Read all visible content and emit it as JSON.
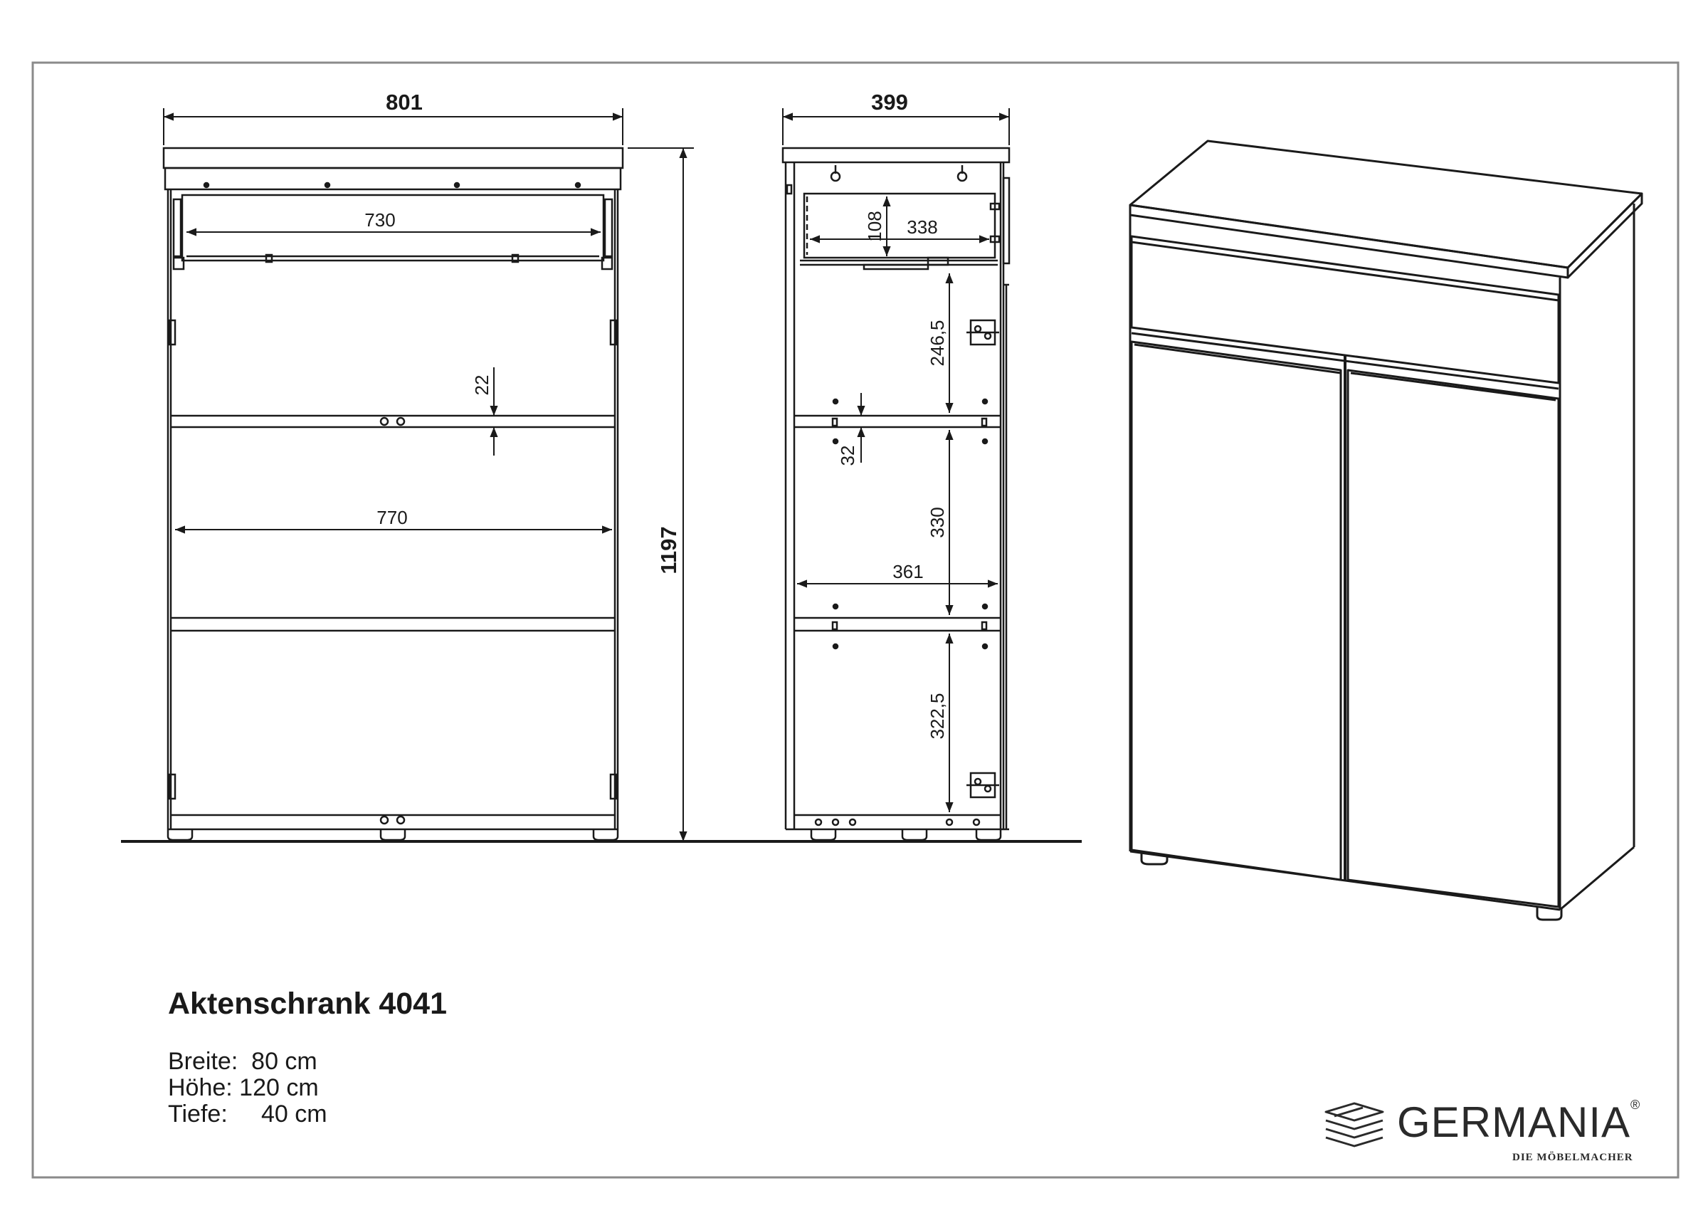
{
  "product": {
    "title": "Aktenschrank 4041",
    "specs": [
      {
        "label": "Breite:",
        "value": "  80 cm"
      },
      {
        "label": "Höhe:",
        "value": " 120 cm"
      },
      {
        "label": "Tiefe:",
        "value": "     40 cm"
      }
    ]
  },
  "dimensions": {
    "front_width": "801",
    "inner_drawer_width": "730",
    "shelf_gap": "22",
    "inner_width": "770",
    "total_height": "1197",
    "side_depth": "399",
    "drawer_height": "108",
    "drawer_depth": "338",
    "upper_compartment": "246,5",
    "shelf_thickness": "32",
    "middle_compartment": "330",
    "inner_depth": "361",
    "lower_compartment": "322,5"
  },
  "brand": {
    "name": "GERMANIA",
    "registered": "®",
    "tagline": "DIE MÖBELMACHER",
    "logo_icon": "stacked-layers-icon"
  }
}
